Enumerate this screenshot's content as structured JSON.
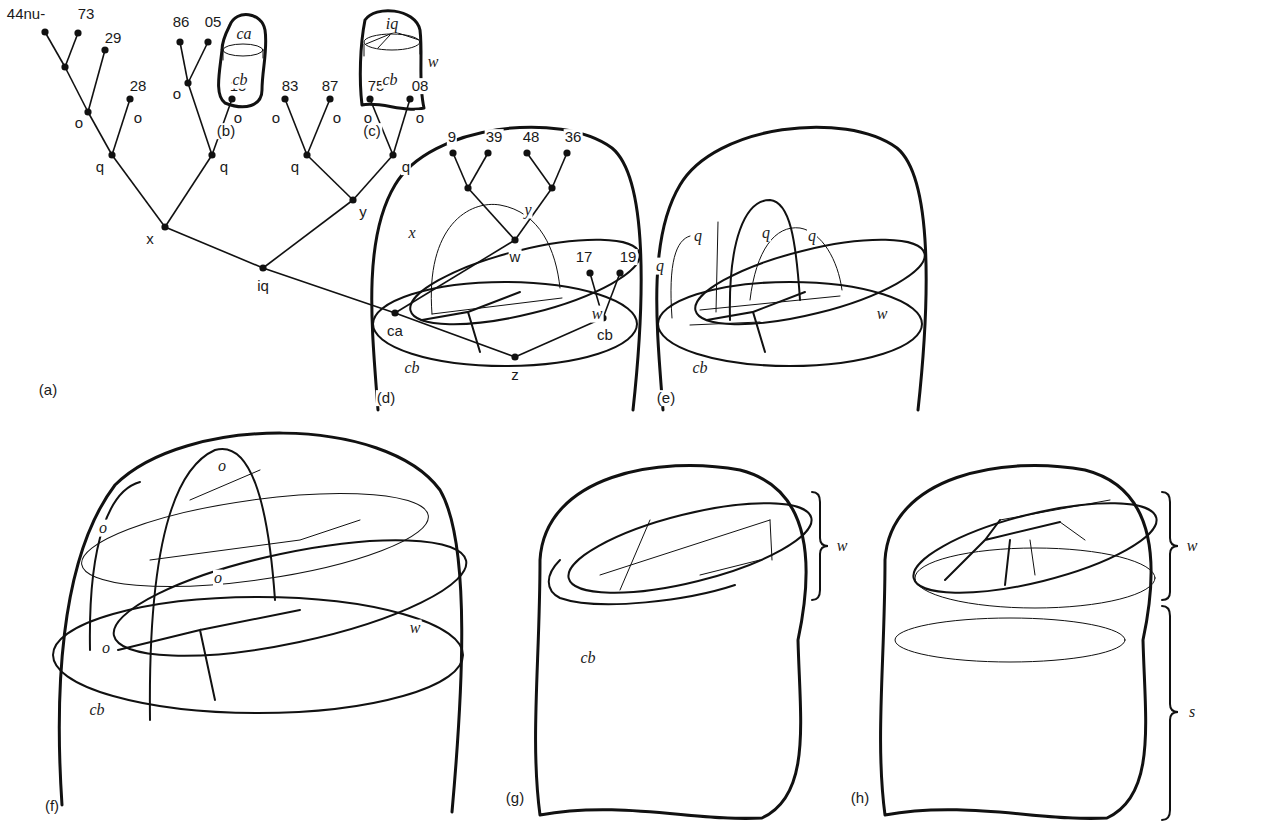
{
  "diagram": {
    "labels": [
      "44nu-",
      "73",
      "29",
      "86",
      "05",
      "o",
      "28",
      "o",
      "o",
      "15",
      "o",
      "83",
      "87",
      "75",
      "08",
      "o",
      "o",
      "o",
      "o",
      "q",
      "q",
      "q",
      "q",
      "x",
      "y",
      "9",
      "39",
      "48",
      "36",
      "iq",
      "w",
      "17",
      "19",
      "ca",
      "cb",
      "z",
      "(a)",
      "ca",
      "cb",
      "(b)",
      "iq",
      "w",
      "cb",
      "(c)",
      "x",
      "y",
      "w",
      "cb",
      "(d)",
      "q",
      "q",
      "q",
      "q",
      "w",
      "cb",
      "(e)",
      "o",
      "o",
      "o",
      "o",
      "w",
      "cb",
      "(f)",
      "w",
      "cb",
      "(g)",
      "w",
      "s",
      "(h)"
    ]
  }
}
